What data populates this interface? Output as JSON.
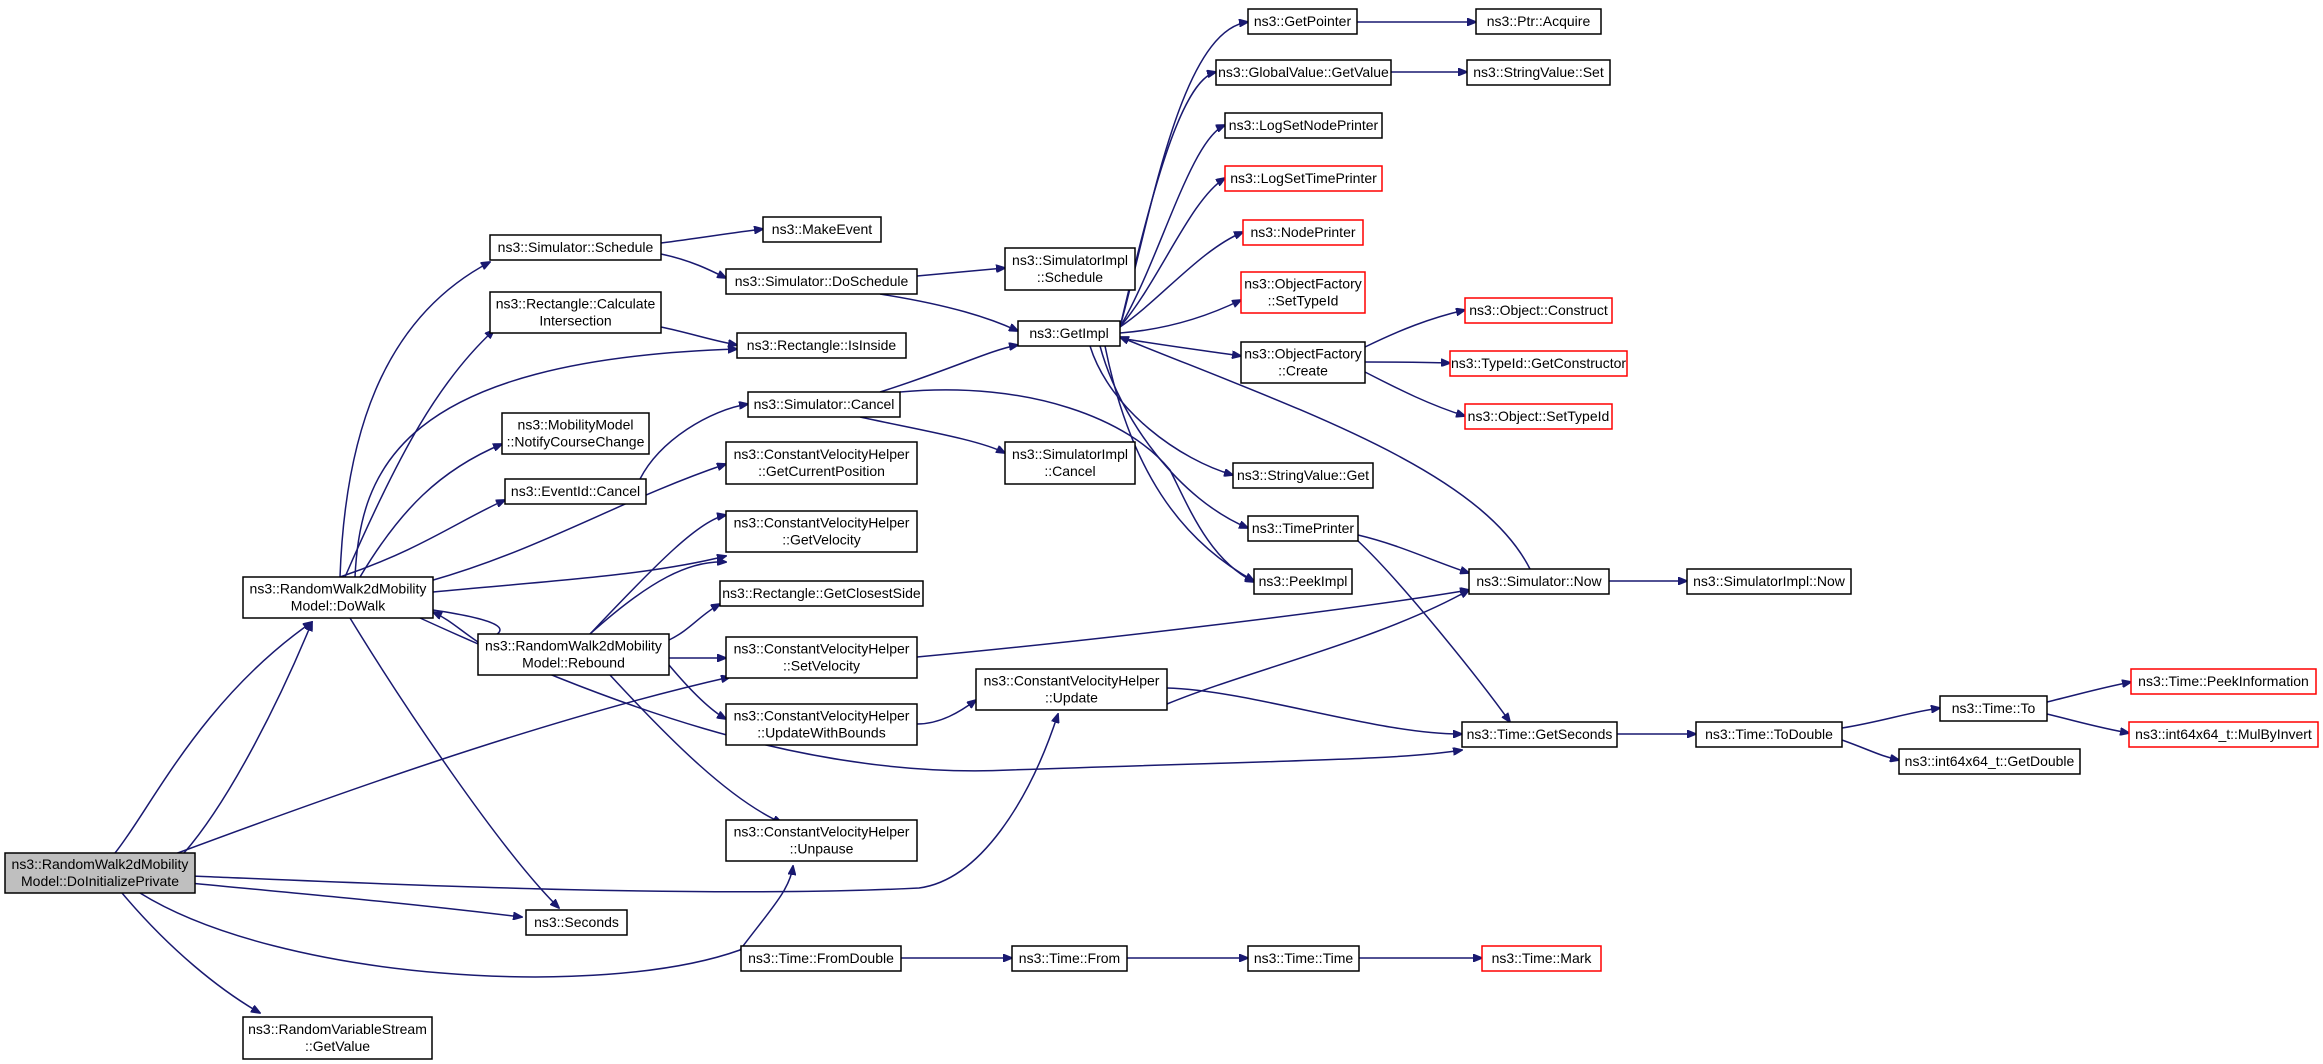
{
  "diagram": {
    "colors": {
      "edge": "#191970",
      "box": "#000000",
      "truncated_box": "#ff0000",
      "root_fill": "#bfbfbf"
    },
    "nodes": [
      {
        "id": "root",
        "lines": [
          "ns3::RandomWalk2dMobility",
          "Model::DoInitializePrivate"
        ],
        "style": "root"
      },
      {
        "id": "dowalk",
        "lines": [
          "ns3::RandomWalk2dMobility",
          "Model::DoWalk"
        ],
        "style": "normal"
      },
      {
        "id": "rebound",
        "lines": [
          "ns3::RandomWalk2dMobility",
          "Model::Rebound"
        ],
        "style": "normal"
      },
      {
        "id": "rvs_getvalue",
        "lines": [
          "ns3::RandomVariableStream",
          "::GetValue"
        ],
        "style": "normal"
      },
      {
        "id": "seconds",
        "lines": [
          "ns3::Seconds"
        ],
        "style": "normal"
      },
      {
        "id": "sim_schedule",
        "lines": [
          "ns3::Simulator::Schedule"
        ],
        "style": "normal"
      },
      {
        "id": "rect_calc",
        "lines": [
          "ns3::Rectangle::Calculate",
          "Intersection"
        ],
        "style": "normal"
      },
      {
        "id": "mm_notify",
        "lines": [
          "ns3::MobilityModel",
          "::NotifyCourseChange"
        ],
        "style": "normal"
      },
      {
        "id": "eventid_cancel",
        "lines": [
          "ns3::EventId::Cancel"
        ],
        "style": "normal"
      },
      {
        "id": "makeevent",
        "lines": [
          "ns3::MakeEvent"
        ],
        "style": "normal"
      },
      {
        "id": "sim_doschedule",
        "lines": [
          "ns3::Simulator::DoSchedule"
        ],
        "style": "normal"
      },
      {
        "id": "rect_isinside",
        "lines": [
          "ns3::Rectangle::IsInside"
        ],
        "style": "normal"
      },
      {
        "id": "sim_cancel",
        "lines": [
          "ns3::Simulator::Cancel"
        ],
        "style": "normal"
      },
      {
        "id": "cvh_getpos",
        "lines": [
          "ns3::ConstantVelocityHelper",
          "::GetCurrentPosition"
        ],
        "style": "normal"
      },
      {
        "id": "cvh_getvel",
        "lines": [
          "ns3::ConstantVelocityHelper",
          "::GetVelocity"
        ],
        "style": "normal"
      },
      {
        "id": "rect_closest",
        "lines": [
          "ns3::Rectangle::GetClosestSide"
        ],
        "style": "normal"
      },
      {
        "id": "cvh_setvel",
        "lines": [
          "ns3::ConstantVelocityHelper",
          "::SetVelocity"
        ],
        "style": "normal"
      },
      {
        "id": "cvh_updbounds",
        "lines": [
          "ns3::ConstantVelocityHelper",
          "::UpdateWithBounds"
        ],
        "style": "normal"
      },
      {
        "id": "cvh_unpause",
        "lines": [
          "ns3::ConstantVelocityHelper",
          "::Unpause"
        ],
        "style": "normal"
      },
      {
        "id": "time_fromdouble",
        "lines": [
          "ns3::Time::FromDouble"
        ],
        "style": "normal"
      },
      {
        "id": "simimpl_schedule",
        "lines": [
          "ns3::SimulatorImpl",
          "::Schedule"
        ],
        "style": "normal"
      },
      {
        "id": "simimpl_cancel",
        "lines": [
          "ns3::SimulatorImpl",
          "::Cancel"
        ],
        "style": "normal"
      },
      {
        "id": "getimpl",
        "lines": [
          "ns3::GetImpl"
        ],
        "style": "normal"
      },
      {
        "id": "cvh_update",
        "lines": [
          "ns3::ConstantVelocityHelper",
          "::Update"
        ],
        "style": "normal"
      },
      {
        "id": "time_from",
        "lines": [
          "ns3::Time::From"
        ],
        "style": "normal"
      },
      {
        "id": "getpointer",
        "lines": [
          "ns3::GetPointer"
        ],
        "style": "normal"
      },
      {
        "id": "gv_getvalue",
        "lines": [
          "ns3::GlobalValue::GetValue"
        ],
        "style": "normal"
      },
      {
        "id": "logsetnode",
        "lines": [
          "ns3::LogSetNodePrinter"
        ],
        "style": "normal"
      },
      {
        "id": "logsettime",
        "lines": [
          "ns3::LogSetTimePrinter"
        ],
        "style": "red"
      },
      {
        "id": "nodeprinter",
        "lines": [
          "ns3::NodePrinter"
        ],
        "style": "red"
      },
      {
        "id": "of_settypeid",
        "lines": [
          "ns3::ObjectFactory",
          "::SetTypeId"
        ],
        "style": "red"
      },
      {
        "id": "of_create",
        "lines": [
          "ns3::ObjectFactory",
          "::Create"
        ],
        "style": "normal"
      },
      {
        "id": "sv_get",
        "lines": [
          "ns3::StringValue::Get"
        ],
        "style": "normal"
      },
      {
        "id": "timeprinter",
        "lines": [
          "ns3::TimePrinter"
        ],
        "style": "normal"
      },
      {
        "id": "peekimpl",
        "lines": [
          "ns3::PeekImpl"
        ],
        "style": "normal"
      },
      {
        "id": "time_time",
        "lines": [
          "ns3::Time::Time"
        ],
        "style": "normal"
      },
      {
        "id": "ptr_acquire",
        "lines": [
          "ns3::Ptr::Acquire"
        ],
        "style": "normal"
      },
      {
        "id": "sv_set",
        "lines": [
          "ns3::StringValue::Set"
        ],
        "style": "normal"
      },
      {
        "id": "obj_construct",
        "lines": [
          "ns3::Object::Construct"
        ],
        "style": "red"
      },
      {
        "id": "typeid_getctor",
        "lines": [
          "ns3::TypeId::GetConstructor"
        ],
        "style": "red"
      },
      {
        "id": "obj_settypeid",
        "lines": [
          "ns3::Object::SetTypeId"
        ],
        "style": "red"
      },
      {
        "id": "sim_now",
        "lines": [
          "ns3::Simulator::Now"
        ],
        "style": "normal"
      },
      {
        "id": "time_getseconds",
        "lines": [
          "ns3::Time::GetSeconds"
        ],
        "style": "normal"
      },
      {
        "id": "time_mark",
        "lines": [
          "ns3::Time::Mark"
        ],
        "style": "red"
      },
      {
        "id": "simimpl_now",
        "lines": [
          "ns3::SimulatorImpl::Now"
        ],
        "style": "normal"
      },
      {
        "id": "time_todouble",
        "lines": [
          "ns3::Time::ToDouble"
        ],
        "style": "normal"
      },
      {
        "id": "time_to",
        "lines": [
          "ns3::Time::To"
        ],
        "style": "normal"
      },
      {
        "id": "int64_getdouble",
        "lines": [
          "ns3::int64x64_t::GetDouble"
        ],
        "style": "normal"
      },
      {
        "id": "time_peekinfo",
        "lines": [
          "ns3::Time::PeekInformation"
        ],
        "style": "red"
      },
      {
        "id": "int64_mulbyinvert",
        "lines": [
          "ns3::int64x64_t::MulByInvert"
        ],
        "style": "red"
      }
    ]
  }
}
